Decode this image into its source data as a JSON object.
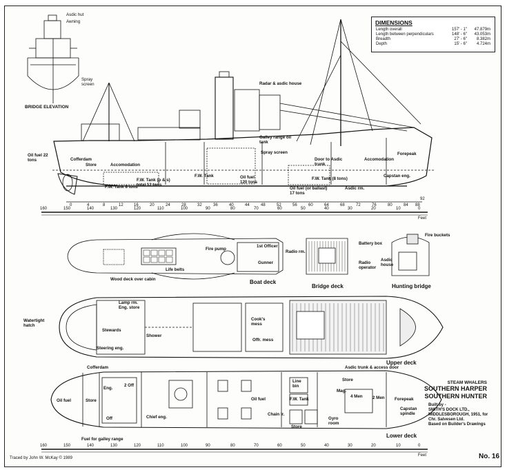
{
  "dimensions": {
    "title": "DIMENSIONS",
    "rows": [
      {
        "label": "Length overall",
        "imperial": "157' - 1\"",
        "metric": "47.879m"
      },
      {
        "label": "Length between perpendiculars",
        "imperial": "148' - 6\"",
        "metric": "43.053m"
      },
      {
        "label": "Breadth",
        "imperial": "27' - 6\"",
        "metric": "8.382m"
      },
      {
        "label": "Depth",
        "imperial": "15' - 6\"",
        "metric": "4.724m"
      }
    ]
  },
  "bridge_elevation": {
    "caption": "BRIDGE ELEVATION",
    "asdic_hut": "Asdic hut",
    "awning": "Awning",
    "spray_screen": "Spray screen"
  },
  "profile_labels": {
    "radar": "Radar & asdic house",
    "galley": "Galley range oil tank",
    "spray": "Spray screen",
    "oil_fuel_22": "Oil fuel 22 tons",
    "cofferdam": "Cofferdam",
    "store": "Store",
    "accom1": "Accomodation",
    "fw_total": "F.W. Tank (p & s) total 12 tons",
    "fw8a": "F.W. Tank 8 tons",
    "fw_tank": "F.W. Tank",
    "oil_fuel_120": "Oil fuel 120 tons",
    "fw8b": "F.W. Tank (8 tons)",
    "oil_ballast": "Oil fuel (or ballast) 17 tons",
    "door": "Door to Asdic trunk",
    "asdic_rm": "Asdic rm.",
    "accom2": "Accomodation",
    "forepeak": "Forepeak",
    "capstan": "Capstan eng."
  },
  "frame_numbers": [
    "0",
    "4",
    "8",
    "12",
    "16",
    "20",
    "24",
    "28",
    "32",
    "36",
    "40",
    "44",
    "48",
    "52",
    "56",
    "60",
    "64",
    "68",
    "72",
    "76",
    "80",
    "84",
    "88",
    "92"
  ],
  "feet_scale": [
    "160",
    "150",
    "140",
    "130",
    "120",
    "110",
    "100",
    "90",
    "80",
    "70",
    "60",
    "50",
    "40",
    "30",
    "20",
    "10",
    "0"
  ],
  "feet_label": "Feet",
  "boat_deck": {
    "caption": "Boat deck",
    "fire_pump": "Fire pump",
    "first_officer": "1st Officer",
    "gunner": "Gunner",
    "life_belts": "Life belts",
    "wood_deck": "Wood deck over cabin"
  },
  "bridge_deck": {
    "caption": "Bridge deck",
    "battery_box": "Battery box",
    "radio_rm": "Radio rm.",
    "radio_operator": "Radio operator"
  },
  "hunting_bridge": {
    "caption": "Hunting bridge",
    "fire_buckets": "Fire buckets",
    "asdic_house": "Asdic house"
  },
  "upper_deck": {
    "caption": "Upper deck",
    "watertight": "Watertight hatch",
    "lamp_rm": "Lamp rm.",
    "eng_store": "Eng. store",
    "stewards": "Stewards",
    "shower": "Shower",
    "steering": "Steering eng.",
    "cook": "Cook's mess",
    "offrs_mess": "Offr. mess"
  },
  "lower_deck": {
    "caption": "Lower deck",
    "cofferdam": "Cofferdam",
    "oil_fuel": "Oil fuel",
    "store": "Store",
    "eng": "Eng.",
    "two_off": "2 Off",
    "off": "Off",
    "chief_eng": "Chief eng.",
    "fuel_galley": "Fuel for galley range",
    "oil_fuel2": "Oil fuel",
    "fw_tank": "F.W. Tank",
    "line_bin": "Line bin",
    "chain_lr": "Chain lr.",
    "store2": "Store",
    "gyro": "Gyro room",
    "mag": "Mag.",
    "store3": "Store",
    "asdic_trunk": "Asdic trunk & access door",
    "four_men": "4 Men",
    "two_men": "2 Men",
    "forepeak": "Forepeak",
    "capstan_spindle": "Capstan spindle"
  },
  "title": {
    "sub": "STEAM WHALERS",
    "name1": "SOUTHERN HARPER",
    "name2": "SOUTHERN HUNTER"
  },
  "builder": [
    "Built by -",
    "SMITH'S DOCK LTD.,",
    "MIDDLESBOROUGH, 1951, for",
    "Chr. Salvesen Ltd.",
    "Based on Builder's Drawings"
  ],
  "tracer": "Traced by John W. McKay © 1989",
  "plate_no": "No. 16"
}
